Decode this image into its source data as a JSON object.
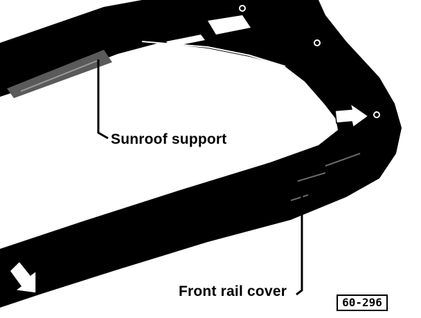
{
  "labels": {
    "sunroof_support": "Sunroof support",
    "front_rail_cover": "Front rail cover"
  },
  "figure_number": "60-296",
  "colors": {
    "ink": "#000000",
    "paper": "#ffffff",
    "arrow_fill": "#ffffff"
  }
}
